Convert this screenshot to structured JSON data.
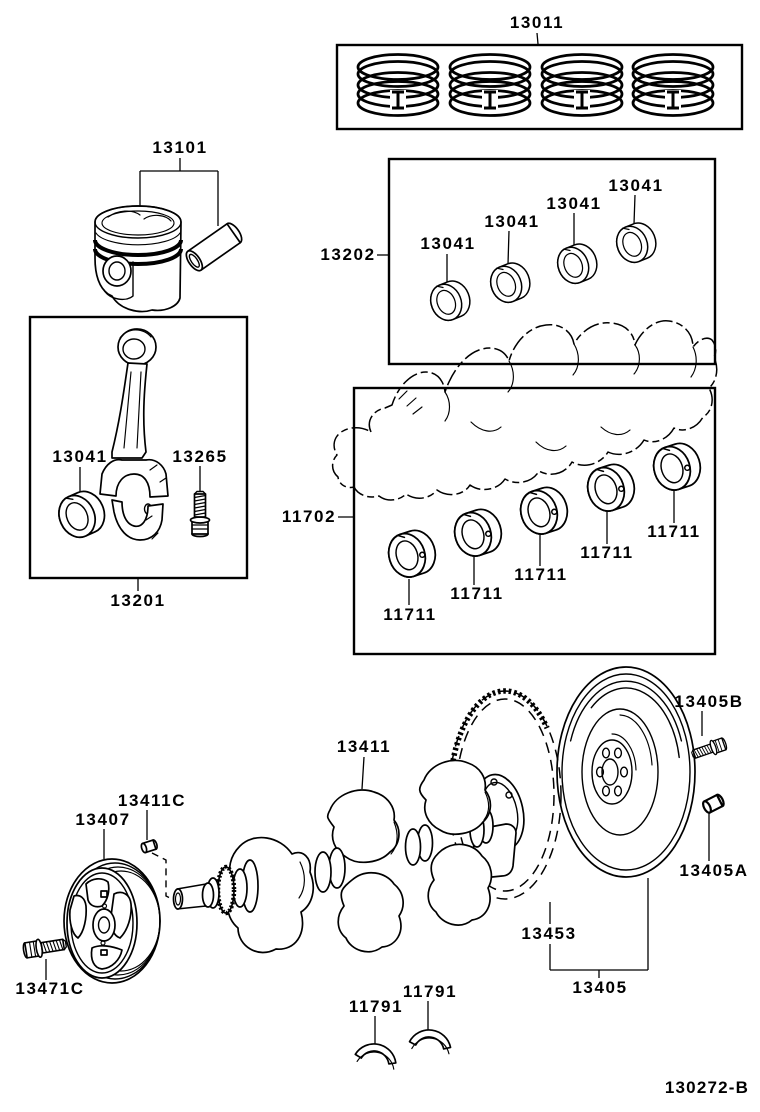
{
  "colors": {
    "background": "#ffffff",
    "ink": "#000000"
  },
  "footer": {
    "drawing_code": "130272-B"
  },
  "callouts": {
    "piston_ring_set": "13011",
    "piston_with_pin": "13101",
    "rod_bearing_set": "13202",
    "rod_bearing_set_items": [
      "13041",
      "13041",
      "13041",
      "13041"
    ],
    "connecting_rod_assembly": "13201",
    "connecting_rod_bearing": "13041",
    "connecting_rod_bolt": "13265",
    "main_bearing_set": "11702",
    "main_bearing_items": [
      "11711",
      "11711",
      "11711",
      "11711",
      "11711"
    ],
    "crankshaft": "13411",
    "crankshaft_pulley": "13407",
    "crankshaft_key": "13411C",
    "pulley_bolt": "13471C",
    "flywheel_bolt": "13405B",
    "flywheel_dowel_pin": "13405A",
    "ring_gear": "13453",
    "flywheel": "13405",
    "thrust_washer_items": [
      "11791",
      "11791"
    ]
  }
}
